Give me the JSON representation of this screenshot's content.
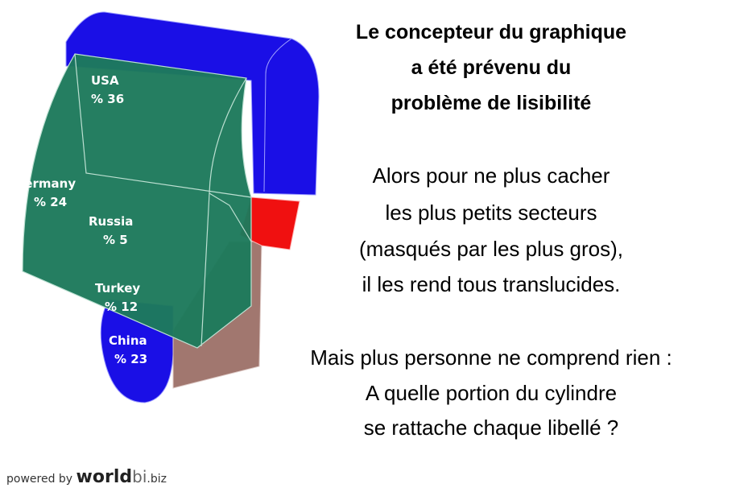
{
  "chart_data": {
    "type": "pie",
    "style": "3d-cylinder-translucent",
    "categories": [
      "USA",
      "Germany",
      "Russia",
      "Turkey",
      "China"
    ],
    "values": [
      36,
      24,
      5,
      12,
      23
    ],
    "labels": [
      {
        "name": "USA",
        "value": "% 36"
      },
      {
        "name": "Germany",
        "value": "% 24"
      },
      {
        "name": "Russia",
        "value": "% 5"
      },
      {
        "name": "Turkey",
        "value": "% 12"
      },
      {
        "name": "China",
        "value": "% 23"
      }
    ],
    "colors": {
      "blue": "#1a0fe6",
      "green": "#1e7a5c",
      "red": "#f01010",
      "brown": "#9c7068"
    }
  },
  "title_lines": [
    "Le concepteur du graphique",
    "a été prévenu du",
    "problème de lisibilité"
  ],
  "paragraph1": [
    "Alors pour ne plus cacher",
    "les plus petits secteurs",
    "(masqués par les plus gros),",
    "il les rend tous translucides."
  ],
  "paragraph2": [
    "Mais plus personne ne comprend rien :",
    "A quelle portion du cylindre",
    "se rattache chaque libellé ?"
  ],
  "footer": {
    "prefix": "powered by",
    "brand": "world",
    "brand2": "bi",
    "suffix": ".biz"
  }
}
